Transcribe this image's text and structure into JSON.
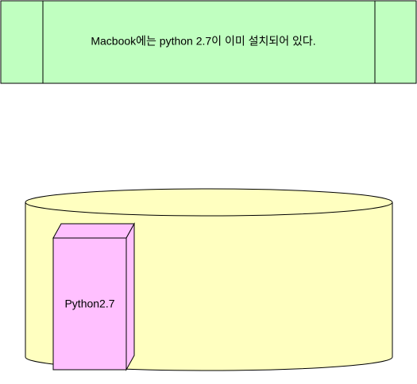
{
  "process_box": {
    "label": "Macbook에는 python 2.7이 이미 설치되어 있다.",
    "fill": "#C0FFC0",
    "stroke": "#000000"
  },
  "storage": {
    "shape": "cylinder",
    "fill": "#FFFFC0",
    "stroke": "#000000"
  },
  "package": {
    "shape": "cube",
    "label": "Python2.7",
    "fill": "#FFC0FF",
    "stroke": "#000000"
  }
}
